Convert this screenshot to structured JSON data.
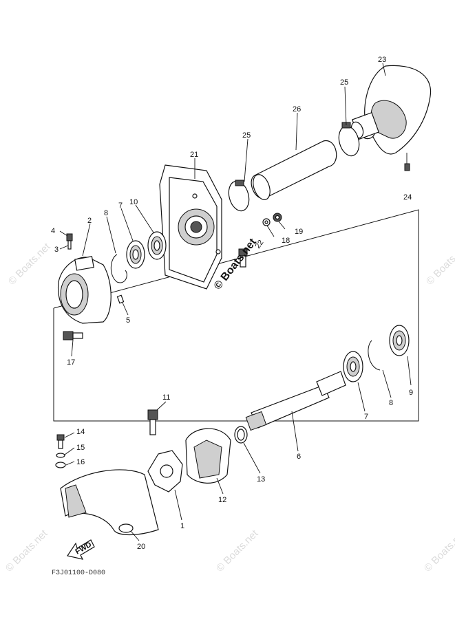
{
  "callouts": {
    "p1": "1",
    "p2": "2",
    "p3": "3",
    "p4": "4",
    "p5": "5",
    "p6": "6",
    "p7a": "7",
    "p7b": "7",
    "p8a": "8",
    "p8b": "8",
    "p9": "9",
    "p10": "10",
    "p11": "11",
    "p12": "12",
    "p13": "13",
    "p14": "14",
    "p15": "15",
    "p16": "16",
    "p17": "17",
    "p18": "18",
    "p19": "19",
    "p20": "20",
    "p21": "21",
    "p22": "22",
    "p23": "23",
    "p24": "24",
    "p25a": "25",
    "p25b": "25",
    "p26": "26"
  },
  "fwd_label": "FWD",
  "watermarks": {
    "center": "© Boats.net",
    "corner": "© Boats.net"
  },
  "diagram_code": "F3J01100-D080"
}
